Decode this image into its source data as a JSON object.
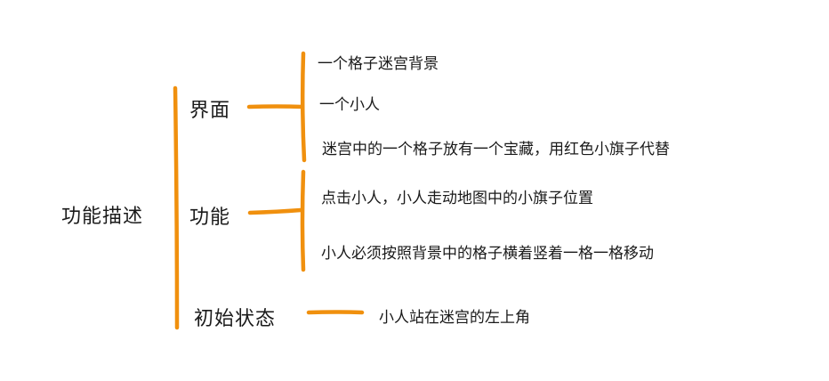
{
  "root": {
    "label": "功能描述"
  },
  "branches": [
    {
      "label": "界面",
      "items": [
        "一个格子迷宫背景",
        "一个小人",
        "迷宫中的一个格子放有一个宝藏，用红色小旗子代替"
      ]
    },
    {
      "label": "功能",
      "items": [
        "点击小人，小人走动地图中的小旗子位置",
        "小人必须按照背景中的格子横着竖着一格一格移动"
      ]
    },
    {
      "label": "初始状态",
      "items": [
        "小人站在迷宫的左上角"
      ]
    }
  ],
  "colors": {
    "connector": "#F0900E",
    "text": "#1a1a1a",
    "background": "#ffffff"
  }
}
